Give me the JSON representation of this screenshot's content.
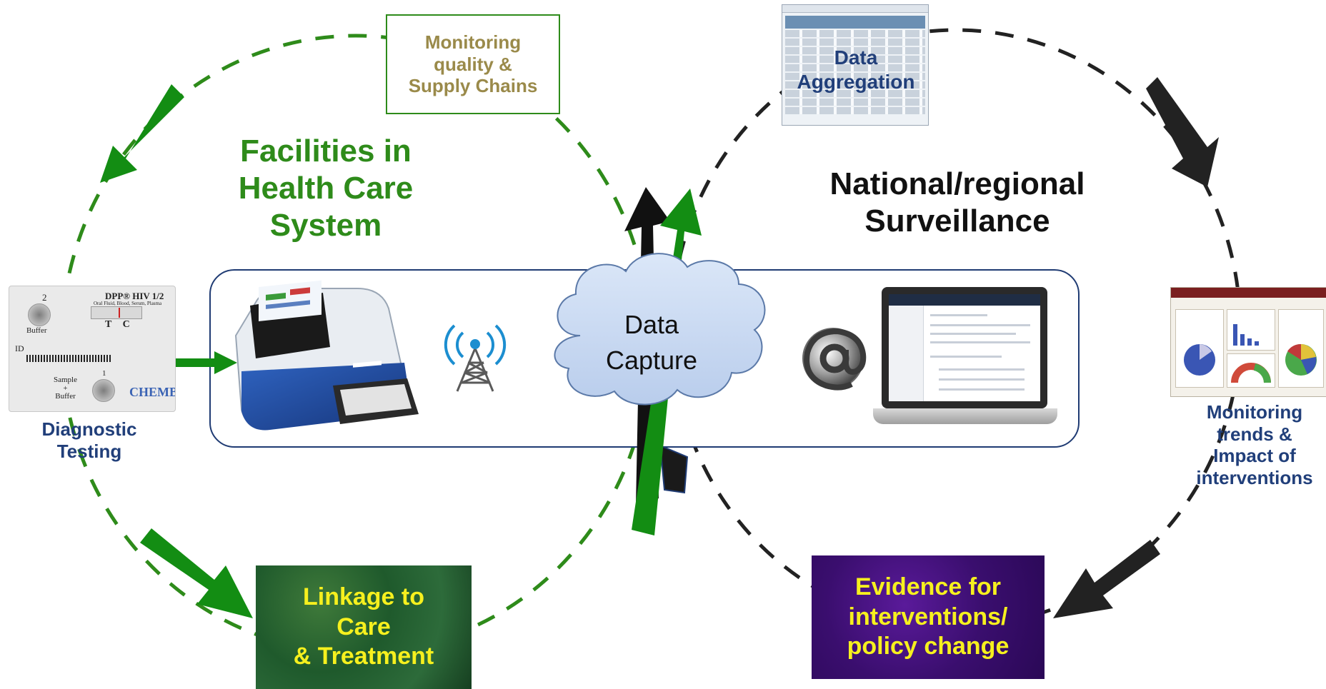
{
  "left_cycle": {
    "title": "Facilities in Health Care System",
    "title_lines": [
      "Facilities in",
      "Health Care",
      "System"
    ],
    "monitoring_box": [
      "Monitoring",
      "quality &",
      "Supply Chains"
    ],
    "diagnostic": [
      "Diagnostic",
      "Testing"
    ],
    "linkage_box": [
      "Linkage to",
      "Care",
      "& Treatment"
    ],
    "cycle_color": "#2e8b1a"
  },
  "right_cycle": {
    "title_lines": [
      "National/regional",
      "Surveillance"
    ],
    "data_aggregation": [
      "Data",
      "Aggregation"
    ],
    "monitoring_trends": [
      "Monitoring",
      "trends &",
      "Impact of",
      "interventions"
    ],
    "evidence_box": [
      "Evidence for",
      "interventions/",
      "policy change"
    ],
    "cycle_color": "#222222"
  },
  "center": {
    "cloud_lines": [
      "Data",
      "Capture"
    ],
    "cloud_color": "#c9d9f2",
    "panel_border": "#1f3b73"
  },
  "device_card": {
    "brand_line": "DPP® HIV 1/2",
    "sub_line": "Oral Fluid, Blood, Serum, Plasma",
    "buffer": "Buffer",
    "window_marks": "T C",
    "id_label": "ID",
    "sample_buffer": [
      "Sample",
      "+",
      "Buffer"
    ],
    "logo": "CHEMBIO",
    "numbers": [
      "2",
      "1"
    ]
  },
  "icons": {
    "antenna": "wireless-tower-icon",
    "email": "at-sign-icon"
  }
}
